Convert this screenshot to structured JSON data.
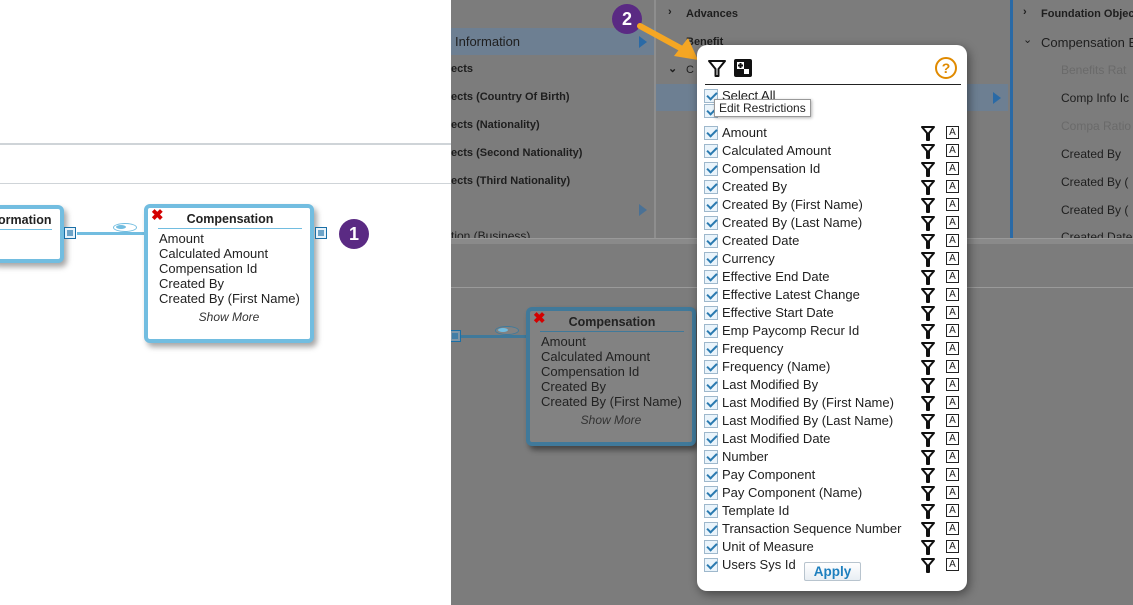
{
  "left": {
    "partial_entity_title": "ormation",
    "entity": {
      "title": "Compensation",
      "fields": [
        "Amount",
        "Calculated Amount",
        "Compensation Id",
        "Created By",
        "Created By (First Name)"
      ],
      "show_more": "Show More"
    },
    "badge": "1"
  },
  "right": {
    "col1": {
      "items": [
        {
          "label": "Information"
        },
        {
          "label": "ects"
        },
        {
          "label": "ects (Country Of Birth)"
        },
        {
          "label": "ects (Nationality)"
        },
        {
          "label": "ects (Second Nationality)"
        },
        {
          "label": "ects (Third Nationality)"
        },
        {
          "label": "tion (Business)"
        }
      ]
    },
    "col2": {
      "items": [
        {
          "label": "Advances"
        },
        {
          "label": "Benefit"
        },
        {
          "label": "C"
        }
      ]
    },
    "col3": {
      "items": [
        {
          "label": "Foundation Objec"
        },
        {
          "label": "Compensation E"
        },
        {
          "label": "Benefits Rat"
        },
        {
          "label": "Comp Info Ic"
        },
        {
          "label": "Compa Ratio"
        },
        {
          "label": "Created By"
        },
        {
          "label": "Created By ("
        },
        {
          "label": "Created By ("
        },
        {
          "label": "Created Date"
        }
      ]
    },
    "entity": {
      "title": "Compensation",
      "fields": [
        "Amount",
        "Calculated Amount",
        "Compensation Id",
        "Created By",
        "Created By (First Name)"
      ],
      "show_more": "Show More"
    }
  },
  "badge2": "2",
  "popup": {
    "help": "?",
    "select_all": "Select All",
    "tooltip": "Edit Restrictions",
    "a_label": "A",
    "fields": [
      "Amount",
      "Calculated Amount",
      "Compensation Id",
      "Created By",
      "Created By (First Name)",
      "Created By (Last Name)",
      "Created Date",
      "Currency",
      "Effective End Date",
      "Effective Latest Change",
      "Effective Start Date",
      "Emp Paycomp Recur Id",
      "Frequency",
      "Frequency (Name)",
      "Last Modified By",
      "Last Modified By (First Name)",
      "Last Modified By (Last Name)",
      "Last Modified Date",
      "Number",
      "Pay Component",
      "Pay Component (Name)",
      "Template Id",
      "Transaction Sequence Number",
      "Unit of Measure",
      "Users Sys Id"
    ],
    "apply": "Apply"
  },
  "colors": {
    "entity_border": "#72bde0",
    "badge": "#5a2a83",
    "arrow": "#f5a623",
    "help": "#e08a00",
    "apply_text": "#1d7fbe"
  }
}
